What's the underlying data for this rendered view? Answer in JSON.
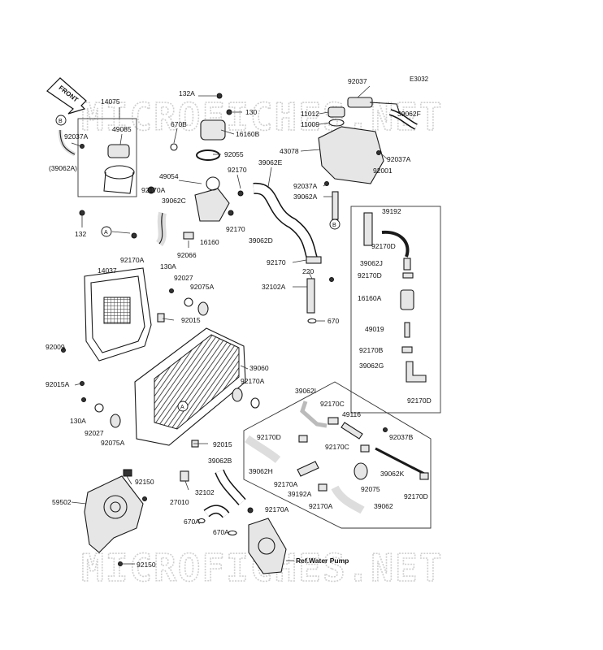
{
  "diagram_code": "E3032",
  "front_label": "FRONT",
  "watermark": "MICROFICHES.NET",
  "reference_note": "Ref.Water Pump",
  "callout_letters": {
    "a": "A",
    "b": "B"
  },
  "parts": {
    "p14075": "14075",
    "p49085": "49085",
    "p92037A_top": "92037A",
    "p39062A_left": "(39062A)",
    "p92170A_a": "92170A",
    "p132_left": "132",
    "p92170A_b": "92170A",
    "p132A": "132A",
    "p130": "130",
    "p670B": "670B",
    "p16160B": "16160B",
    "p92055": "92055",
    "p49054": "49054",
    "p92170_a": "92170",
    "p39062C": "39062C",
    "p16160": "16160",
    "p92170_b": "92170",
    "p92066": "92066",
    "p39062E": "39062E",
    "p39062D": "39062D",
    "p92037": "92037",
    "p11012": "11012",
    "p11009": "11009",
    "p43078": "43078",
    "p39062F": "39062F",
    "p92037A_right": "92037A",
    "p92001": "92001",
    "p92037A_mid": "92037A",
    "p39062A_mid": "39062A",
    "p92170_c": "92170",
    "p220": "220",
    "p32102A": "32102A",
    "p670": "670",
    "p39192": "39192",
    "p92170D_a": "92170D",
    "p39062J": "39062J",
    "p92170D_b": "92170D",
    "p16160A": "16160A",
    "p49019": "49019",
    "p92170B": "92170B",
    "p39062G": "39062G",
    "p92170D_c": "92170D",
    "p14037": "14037",
    "p130A_top": "130A",
    "p92027_top": "92027",
    "p92075A_top": "92075A",
    "p92015_top": "92015",
    "p92009": "92009",
    "p92015A": "92015A",
    "p39060": "39060",
    "p92170A_c": "92170A",
    "p130A_bot": "130A",
    "p92027_bot": "92027",
    "p92075A_bot": "92075A",
    "p92015_bot": "92015",
    "p39062I": "39062I",
    "p92170C_a": "92170C",
    "p49116": "49116",
    "p92037B": "92037B",
    "p92170D_d": "92170D",
    "p92170C_b": "92170C",
    "p39062H": "39062H",
    "p39062K": "39062K",
    "p92170A_d": "92170A",
    "p39192A": "39192A",
    "p92075": "92075",
    "p92170D_e": "92170D",
    "p92170A_e": "92170A",
    "p39062_bot": "39062",
    "p39062B": "39062B",
    "p27010": "27010",
    "p32102": "32102",
    "p92170A_f": "92170A",
    "p670A_a": "670A",
    "p670A_b": "670A",
    "p92150_a": "92150",
    "p59502": "59502",
    "p92150_b": "92150"
  }
}
